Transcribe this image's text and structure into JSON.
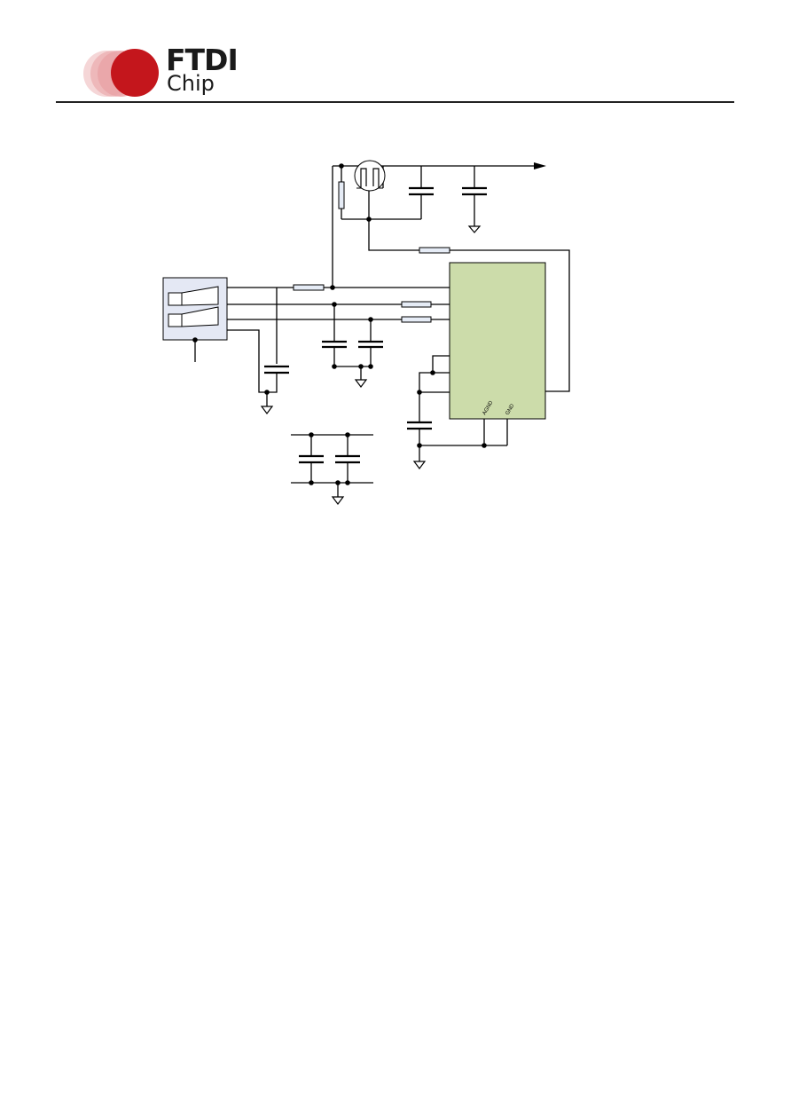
{
  "header": {
    "logo": {
      "line1": "FTDI",
      "line2": "Chip",
      "colors": {
        "circle_primary": "#c4161c",
        "circle_faded": "#e9a3a6",
        "text": "#1a1a1a"
      }
    }
  },
  "schematic": {
    "colors": {
      "wire": "#000000",
      "ic_fill": "#ccdcaa",
      "connector_fill": "#e4e8f4",
      "resistor_fill": "#e6ecf6"
    },
    "ic": {
      "pin_labels": [
        "AGND",
        "GND"
      ]
    }
  }
}
